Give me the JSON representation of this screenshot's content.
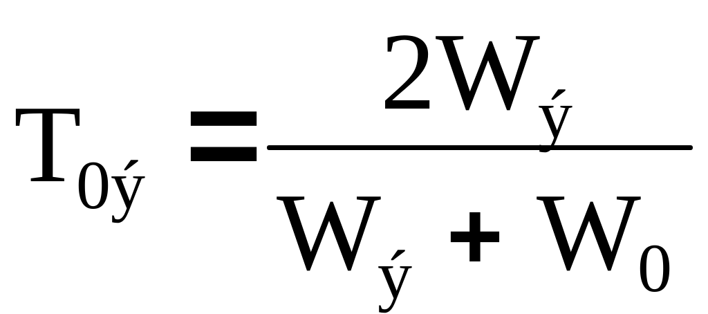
{
  "formula": {
    "lhs": {
      "symbol": "T",
      "subscript": "0ý"
    },
    "equals": "=",
    "numerator": {
      "coefficient": "2",
      "symbol": "W",
      "subscript": "ý"
    },
    "denominator": {
      "term1_symbol": "W",
      "term1_subscript": "ý",
      "plus": "+",
      "term2_symbol": "W",
      "term2_subscript": "0"
    }
  }
}
